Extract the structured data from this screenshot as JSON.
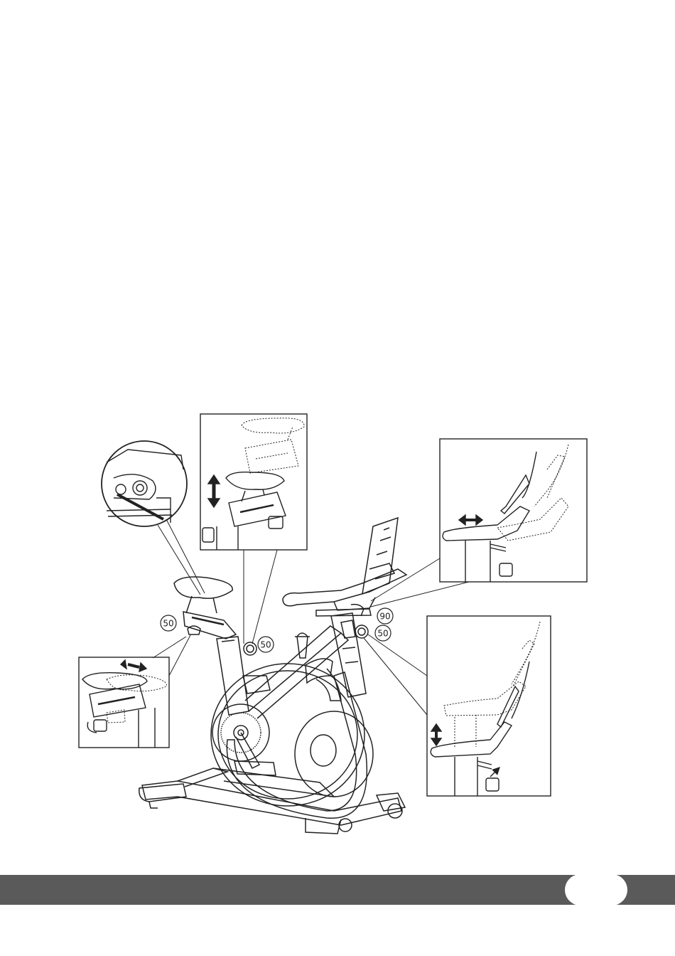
{
  "callouts": {
    "seat_fore_aft_knob": "50",
    "seat_height_knob": "50",
    "handlebar_height_knob": "50",
    "handlebar_fore_aft_lever": "90"
  },
  "colors": {
    "line": "#222222",
    "footer_band": "#5a5a5a",
    "page_pill": "#ffffff"
  }
}
